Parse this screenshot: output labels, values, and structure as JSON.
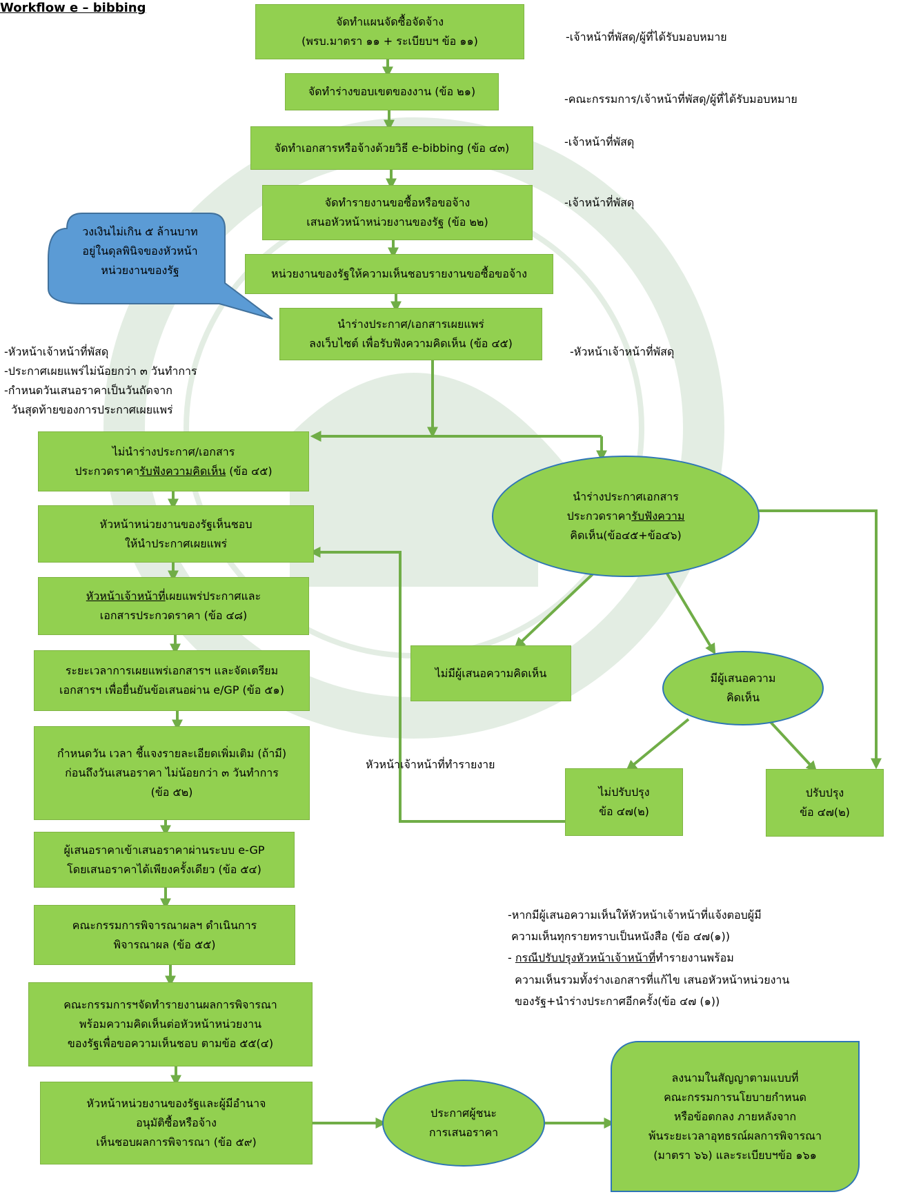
{
  "title": "Workflow e – bibbing",
  "top_steps": [
    {
      "lines": [
        {
          "t": "จัดทำแผนจัดซื้อจัดจ้าง"
        },
        {
          "t": "(พรบ.มาตรา ๑๑ + ระเบียบฯ ข้อ ๑๑)"
        }
      ]
    },
    {
      "lines": [
        {
          "t": "จัดทำร่างขอบเขตของงาน (ข้อ ๒๑)"
        }
      ]
    },
    {
      "lines": [
        {
          "t": "จัดทำเอกสารหรือจ้างด้วยวิธี e-bibbing (ข้อ ๔๓)"
        }
      ]
    },
    {
      "lines": [
        {
          "t": "จัดทำรายงานขอซื้อหรือขอจ้าง"
        },
        {
          "t": "เสนอหัวหน้าหน่วยงานของรัฐ (ข้อ ๒๒)"
        }
      ]
    },
    {
      "lines": [
        {
          "t": "หน่วยงานของรัฐให้ความเห็นชอบรายงานขอซื้อขอจ้าง"
        }
      ]
    },
    {
      "lines": [
        {
          "t": "นำร่างประกาศ/เอกสารเผยแพร่"
        },
        {
          "t": "ลงเว็บไซต์ เพื่อรับฟังความคิดเห็น (ข้อ ๔๕)"
        }
      ]
    }
  ],
  "left_steps": [
    {
      "lines": [
        {
          "t": "ไม่นำร่างประกาศ/เอกสาร"
        },
        {
          "pre": "ประกวดราคา",
          "u": "รับฟังความคิดเห็น",
          "post": " (ข้อ ๔๕)"
        }
      ]
    },
    {
      "lines": [
        {
          "t": "หัวหน้าหน่วยงานของรัฐเห็นชอบ"
        },
        {
          "t": "ให้นำประกาศเผยแพร่"
        }
      ]
    },
    {
      "lines": [
        {
          "pre": "",
          "u": "หัวหน้าเจ้าหน้าที่",
          "post": "เผยแพร่ประกาศและ"
        },
        {
          "t": "เอกสารประกวดราคา (ข้อ ๔๘)"
        }
      ]
    },
    {
      "lines": [
        {
          "t": "ระยะเวลาการเผยแพร่เอกสารฯ และจัดเตรียม"
        },
        {
          "t": "เอกสารฯ เพื่อยื่นยันข้อเสนอผ่าน e/GP (ข้อ ๕๑)"
        }
      ]
    },
    {
      "lines": [
        {
          "t": "กำหนดวัน เวลา ชี้แจงรายละเอียดเพิ่มเติม (ถ้ามี)"
        },
        {
          "t": "ก่อนถึงวันเสนอราคา ไม่น้อยกว่า ๓ วันทำการ"
        },
        {
          "t": "(ข้อ ๕๒)"
        }
      ]
    },
    {
      "lines": [
        {
          "t": "ผู้เสนอราคาเข้าเสนอราคาผ่านระบบ e-GP"
        },
        {
          "t": "โดยเสนอราคาได้เพียงครั้งเดียว (ข้อ ๕๔)"
        }
      ]
    },
    {
      "lines": [
        {
          "t": "คณะกรรมการพิจารณาผลฯ ดำเนินการ"
        },
        {
          "t": "พิจารณาผล (ข้อ ๕๕)"
        }
      ]
    },
    {
      "lines": [
        {
          "t": "คณะกรรมการฯจัดทำรายงานผลการพิจารณา"
        },
        {
          "t": "พร้อมความคิดเห็นต่อหัวหน้าหน่วยงาน"
        },
        {
          "t": "ของรัฐเพื่อขอความเห็นชอบ ตามข้อ ๕๕(๔)"
        }
      ]
    },
    {
      "lines": [
        {
          "t": "หัวหน้าหน่วยงานของรัฐและผู้มีอำนาจ"
        },
        {
          "t": "อนุมัติซื้อหรือจ้าง"
        },
        {
          "t": "เห็นชอบผลการพิจารณา (ข้อ ๕๙)"
        }
      ]
    }
  ],
  "right_nodes": {
    "hearing": {
      "lines": [
        {
          "t": "นำร่างประกาศเอกสาร"
        },
        {
          "pre": "ประกวดราคา",
          "u": "รับฟังความ",
          "post": ""
        },
        {
          "t": "คิดเห็น(ข้อ๔๕+ข้อ๔๖)"
        }
      ]
    },
    "no_comment": {
      "lines": [
        {
          "t": "ไม่มีผู้เสนอความคิดเห็น"
        }
      ]
    },
    "has_comment": {
      "lines": [
        {
          "t": "มีผู้เสนอความ"
        },
        {
          "t": "คิดเห็น"
        }
      ]
    },
    "no_improve": {
      "lines": [
        {
          "t": "ไม่ปรับปรุง"
        },
        {
          "t": "ข้อ ๔๗(๒)"
        }
      ]
    },
    "improve": {
      "lines": [
        {
          "t": "ปรับปรุง"
        },
        {
          "t": "ข้อ ๔๗(๒)"
        }
      ]
    },
    "winner": {
      "lines": [
        {
          "t": "ประกาศผู้ชนะ"
        },
        {
          "t": "การเสนอราคา"
        }
      ]
    },
    "contract": {
      "lines": [
        {
          "t": "ลงนามในสัญญาตามแบบที่"
        },
        {
          "t": "คณะกรรมการนโยบายกำหนด"
        },
        {
          "t": "หรือข้อตกลง ภายหลังจาก"
        },
        {
          "t": "พ้นระยะเวลาอุทธรณ์ผลการพิจารณา"
        },
        {
          "t": "(มาตรา ๖๖) และระเบียบฯข้อ ๑๖๑"
        }
      ]
    }
  },
  "callout": {
    "lines": [
      "วงเงินไม่เกิน ๕ ล้านบาท",
      "อยู่ในดุลพินิจของหัวหน้า",
      "หน่วยงานของรัฐ"
    ]
  },
  "notes": {
    "n1": {
      "lines": [
        {
          "t": "-เจ้าหน้าที่พัสดุ/ผู้ที่ได้รับมอบหมาย"
        }
      ]
    },
    "n2": {
      "lines": [
        {
          "t": "-คณะกรรมการ/เจ้าหน้าที่พัสดุ/ผู้ที่ได้รับมอบหมาย"
        }
      ]
    },
    "n3": {
      "lines": [
        {
          "t": "-เจ้าหน้าที่พัสดุ"
        }
      ]
    },
    "n4": {
      "lines": [
        {
          "t": "-เจ้าหน้าที่พัสดุ"
        }
      ]
    },
    "n5": {
      "lines": [
        {
          "t": "-หัวหน้าเจ้าหน้าที่พัสดุ"
        }
      ]
    },
    "left_note": {
      "lines": [
        {
          "t": "-หัวหน้าเจ้าหน้าที่พัสดุ"
        },
        {
          "t": "-ประกาศเผยแพร่ไม่น้อยกว่า ๓ วันทำการ"
        },
        {
          "t": "-กำหนดวันเสนอราคาเป็นวันถัดจาก"
        },
        {
          "t": "  วันสุดท้ายของการประกาศเผยแพร่"
        }
      ]
    },
    "report_label": {
      "lines": [
        {
          "t": "หัวหน้าเจ้าหน้าที่ทำรายงาย"
        }
      ]
    },
    "bottom_note": {
      "lines": [
        {
          "t": "-หากมีผู้เสนอความเห็นให้หัวหน้าเจ้าหน้าที่แจ้งตอบผู้มี"
        },
        {
          "t": " ความเห็นทุกรายทราบเป็นหนังสือ (ข้อ ๔๗(๑))"
        },
        {
          "pre": "- ",
          "u": "กรณีปรับปรุงหัวหน้าเจ้าหน้าที่",
          "post": "ทำรายงานพร้อม"
        },
        {
          "t": "  ความเห็นรวมทั้งร่างเอกสารที่แก้ไข เสนอหัวหน้าหน่วยงาน"
        },
        {
          "t": "  ของรัฐ+นำร่างประกาศอีกครั้ง(ข้อ ๔๗ (๑))"
        }
      ]
    }
  },
  "colors": {
    "box_fill": "#92d050",
    "arrow": "#70ad47",
    "ellipse_border": "#2e75b6",
    "callout_fill": "#5b9bd5",
    "callout_border": "#41719c"
  }
}
